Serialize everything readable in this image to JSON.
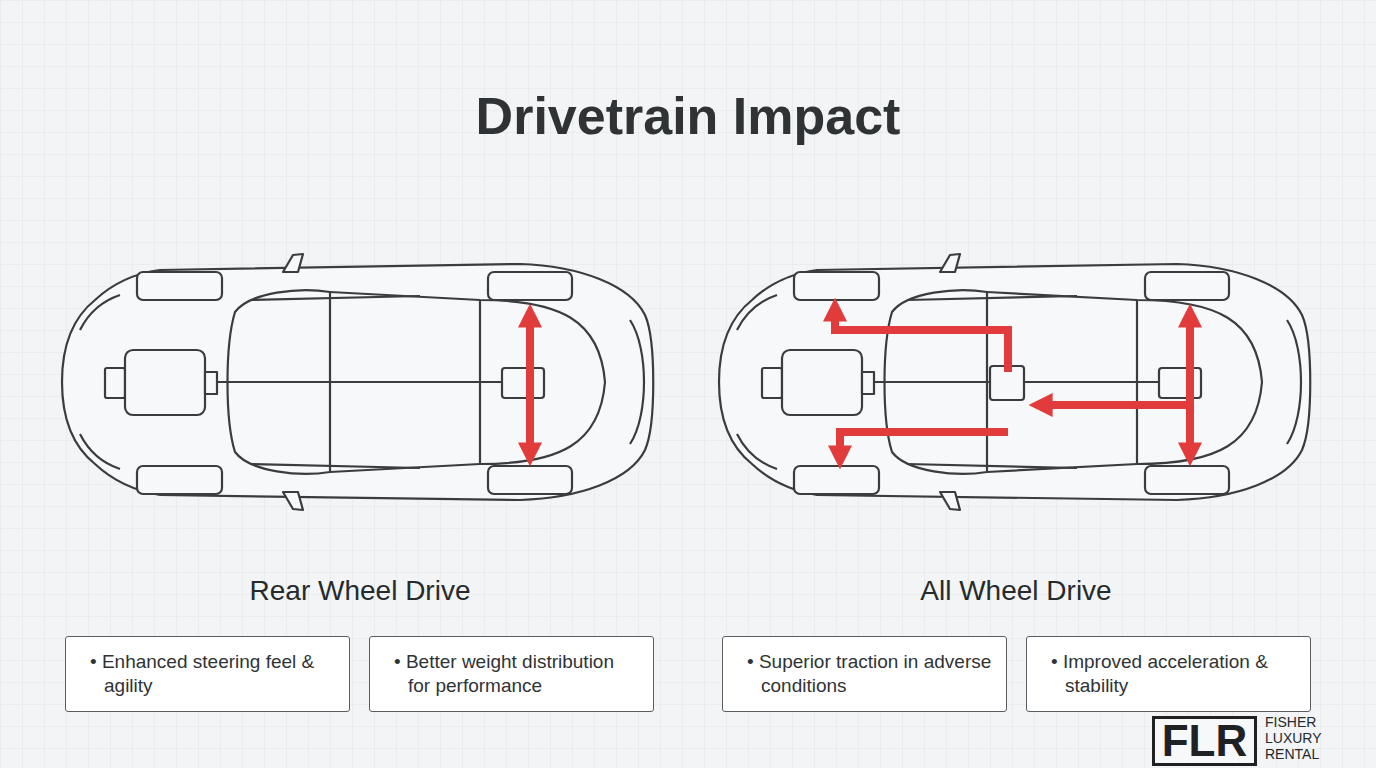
{
  "diagram": {
    "title": "Drivetrain Impact",
    "nodes": [
      {
        "text": [
          "• Enhanced steering feel & agility"
        ]
      },
      {
        "text": [
          "• Better weight distribution for performance"
        ]
      },
      {
        "text": [
          "• Superior traction in adverse conditions"
        ]
      },
      {
        "text": [
          "• Improved acceleration & stability"
        ]
      },
      {
        "text": [
          "FLR"
        ]
      }
    ],
    "labels": [
      "Rear Wheel Drive",
      "All Wheel Drive",
      "FISHER LUXURY RENTAL"
    ]
  }
}
